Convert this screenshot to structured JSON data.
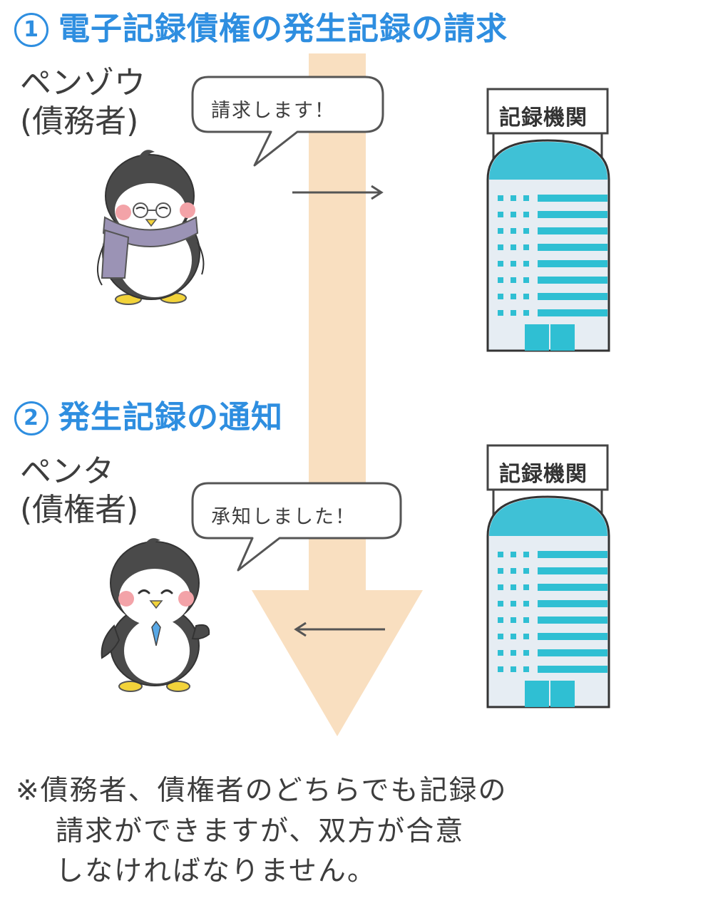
{
  "step1": {
    "number": "1",
    "title": "電子記録債権の発生記録の請求",
    "actor_line1": "ペンゾウ",
    "actor_line2": "(債務者)",
    "speech": "請求します！",
    "institution": "記録機関"
  },
  "step2": {
    "number": "2",
    "title": "発生記録の通知",
    "actor_line1": "ペンタ",
    "actor_line2": "(債権者)",
    "speech": "承知しました！",
    "institution": "記録機関"
  },
  "note": {
    "line1": "※債務者、債権者のどちらでも記録の",
    "line2": "請求ができますが、双方が合意",
    "line3": "しなければなりません。"
  },
  "colors": {
    "heading_blue": "#2e8ee0",
    "flow_arrow": "#f9dfc0",
    "building_teal": "#2fbfd3",
    "scarf_purple": "#9b93b5"
  }
}
